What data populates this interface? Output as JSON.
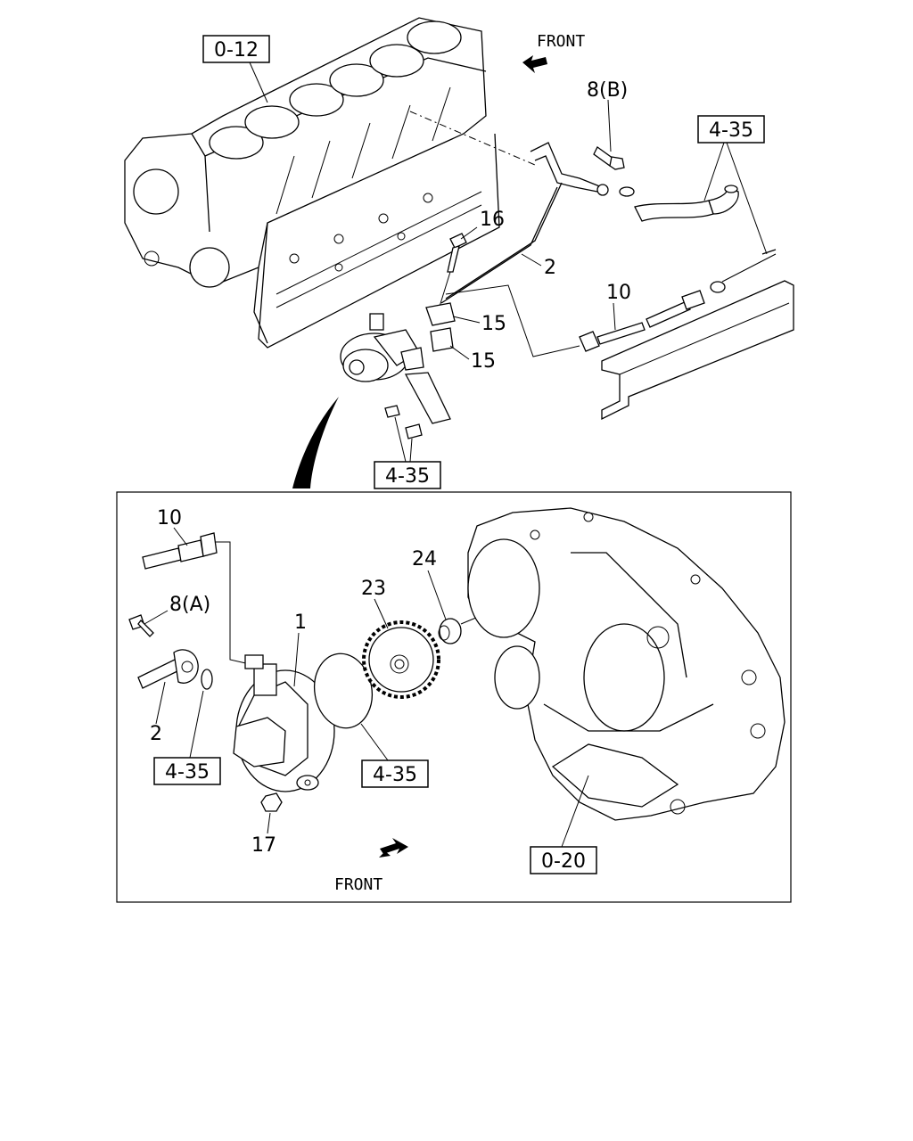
{
  "diagram": {
    "upper_view": {
      "refs": {
        "block_ref": "0-12",
        "hose_ref": "4-35",
        "pump_bolts_ref": "4-35"
      },
      "callouts": {
        "bolt_b": "8(B)",
        "bolt_16": "16",
        "pipe_2": "2",
        "hose_10": "10",
        "clip_15a": "15",
        "clip_15b": "15"
      },
      "direction": "FRONT"
    },
    "lower_view": {
      "refs": {
        "gasket_ref": "4-35",
        "oring_ref": "4-35",
        "housing_ref": "0-20"
      },
      "callouts": {
        "hose_10": "10",
        "bolt_a": "8(A)",
        "pump_1": "1",
        "gear_23": "23",
        "nut_24": "24",
        "pipe_2": "2",
        "nut_17": "17"
      },
      "direction": "FRONT"
    }
  }
}
